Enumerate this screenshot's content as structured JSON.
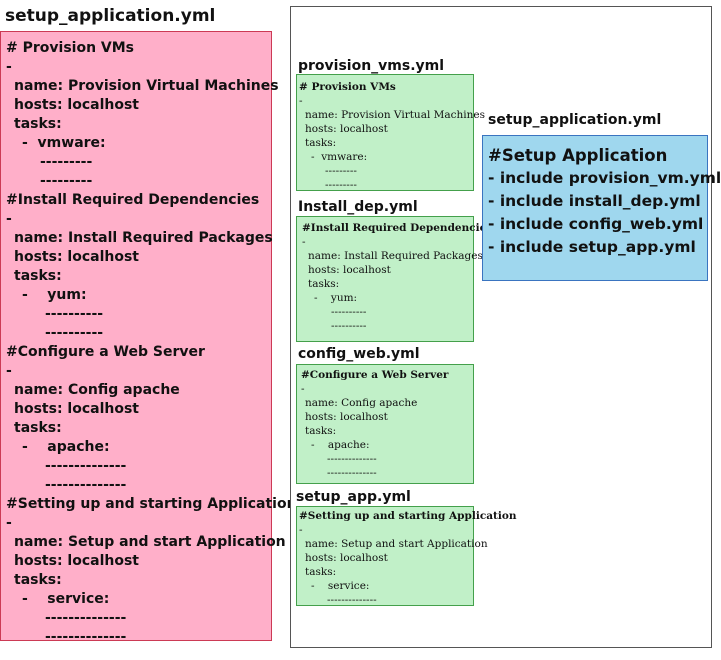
{
  "main": {
    "title": "setup_application.yml",
    "lines": [
      "# Provision VMs",
      "-",
      "name: Provision Virtual Machines",
      "hosts: localhost",
      "tasks:",
      "-  vmware:",
      "---------",
      "---------",
      "#Install Required Dependencies",
      "-",
      "name: Install Required Packages",
      "hosts: localhost",
      "tasks:",
      "-    yum:",
      "----------",
      "----------",
      "#Configure a Web Server",
      "-",
      "name: Config apache",
      "hosts: localhost",
      "tasks:",
      "-    apache:",
      "--------------",
      "--------------",
      "#Setting up and starting Application",
      "-",
      "name: Setup and start Application",
      "hosts: localhost",
      "tasks:",
      "-    service:",
      "--------------",
      "--------------"
    ]
  },
  "files": [
    {
      "title": "provision_vms.yml",
      "lines": [
        "# Provision VMs",
        "-",
        "name: Provision Virtual Machines",
        "hosts: localhost",
        "tasks:",
        "-  vmware:",
        "---------",
        "---------"
      ]
    },
    {
      "title": "Install_dep.yml",
      "lines": [
        "#Install Required Dependencies",
        "-",
        "name: Install Required Packages",
        "hosts: localhost",
        "tasks:",
        "-    yum:",
        "----------",
        "----------"
      ]
    },
    {
      "title": "config_web.yml",
      "lines": [
        "#Configure a Web Server",
        "-",
        "name: Config apache",
        "hosts: localhost",
        "tasks:",
        "-    apache:",
        "--------------",
        "--------------"
      ]
    },
    {
      "title": "setup_app.yml",
      "lines": [
        "#Setting up and starting Application",
        "-",
        "name: Setup and start Application",
        "hosts: localhost",
        "tasks:",
        "-    service:",
        "--------------"
      ]
    }
  ],
  "combined": {
    "title": "setup_application.yml",
    "lines": [
      "#Setup Application",
      "- include provision_vm.yml",
      "- include install_dep.yml",
      "- include config_web.yml",
      "- include setup_app.yml"
    ]
  },
  "colors": {
    "pink": "#ffafc9",
    "green": "#c1f0c8",
    "blue": "#9fd7ee"
  }
}
